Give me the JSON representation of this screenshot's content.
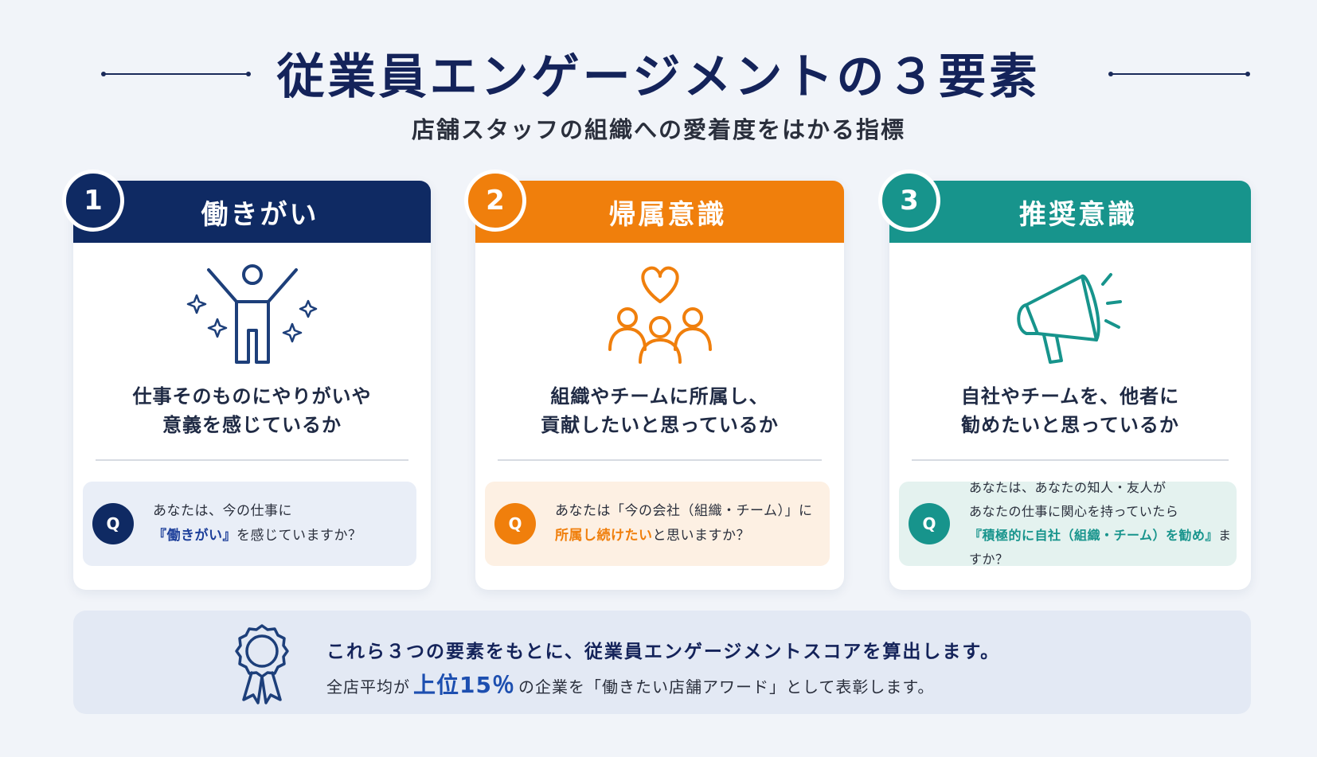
{
  "title": "従業員エンゲージメントの３要素",
  "subtitle": "店舗スタッフの組織への愛着度をはかる指標",
  "colors": {
    "navy": "#0f2a63",
    "orange": "#f07f0c",
    "teal": "#17948c",
    "background": "#f1f4f9"
  },
  "cards": [
    {
      "number": "1",
      "heading": "働きがい",
      "icon": "person-arms-raised-sparkles-icon",
      "desc": [
        "仕事そのものにやりがいや",
        "意義を感じているか"
      ],
      "q_label": "Q",
      "question": {
        "line1": "あなたは、今の仕事に",
        "line2_highlight": "『働きがい』",
        "line2_rest": "を感じていますか？"
      }
    },
    {
      "number": "2",
      "heading": "帰属意識",
      "icon": "team-heart-icon",
      "desc": [
        "組織やチームに所属し、",
        "貢献したいと思っているか"
      ],
      "q_label": "Q",
      "question": {
        "line1": "あなたは「今の会社（組織・チーム）」に",
        "line2_highlight": "所属し続けたい",
        "line2_rest": "と思いますか？"
      }
    },
    {
      "number": "3",
      "heading": "推奨意識",
      "icon": "megaphone-icon",
      "desc": [
        "自社やチームを、他者に",
        "勧めたいと思っているか"
      ],
      "q_label": "Q",
      "question": {
        "line1": "あなたは、あなたの知人・友人が",
        "line2": "あなたの仕事に関心を持っていたら",
        "line3_highlight": "『積極的に自社（組織・チーム）を勧め』",
        "line3_rest": "ますか？"
      }
    }
  ],
  "footer": {
    "icon": "award-ribbon-icon",
    "main": "これら３つの要素をもとに、従業員エンゲージメントスコアを算出します。",
    "sub_pre": "全店平均が",
    "sub_highlight": "上位15％",
    "sub_post": "の企業を「働きたい店舗アワード」として表彰します。"
  }
}
